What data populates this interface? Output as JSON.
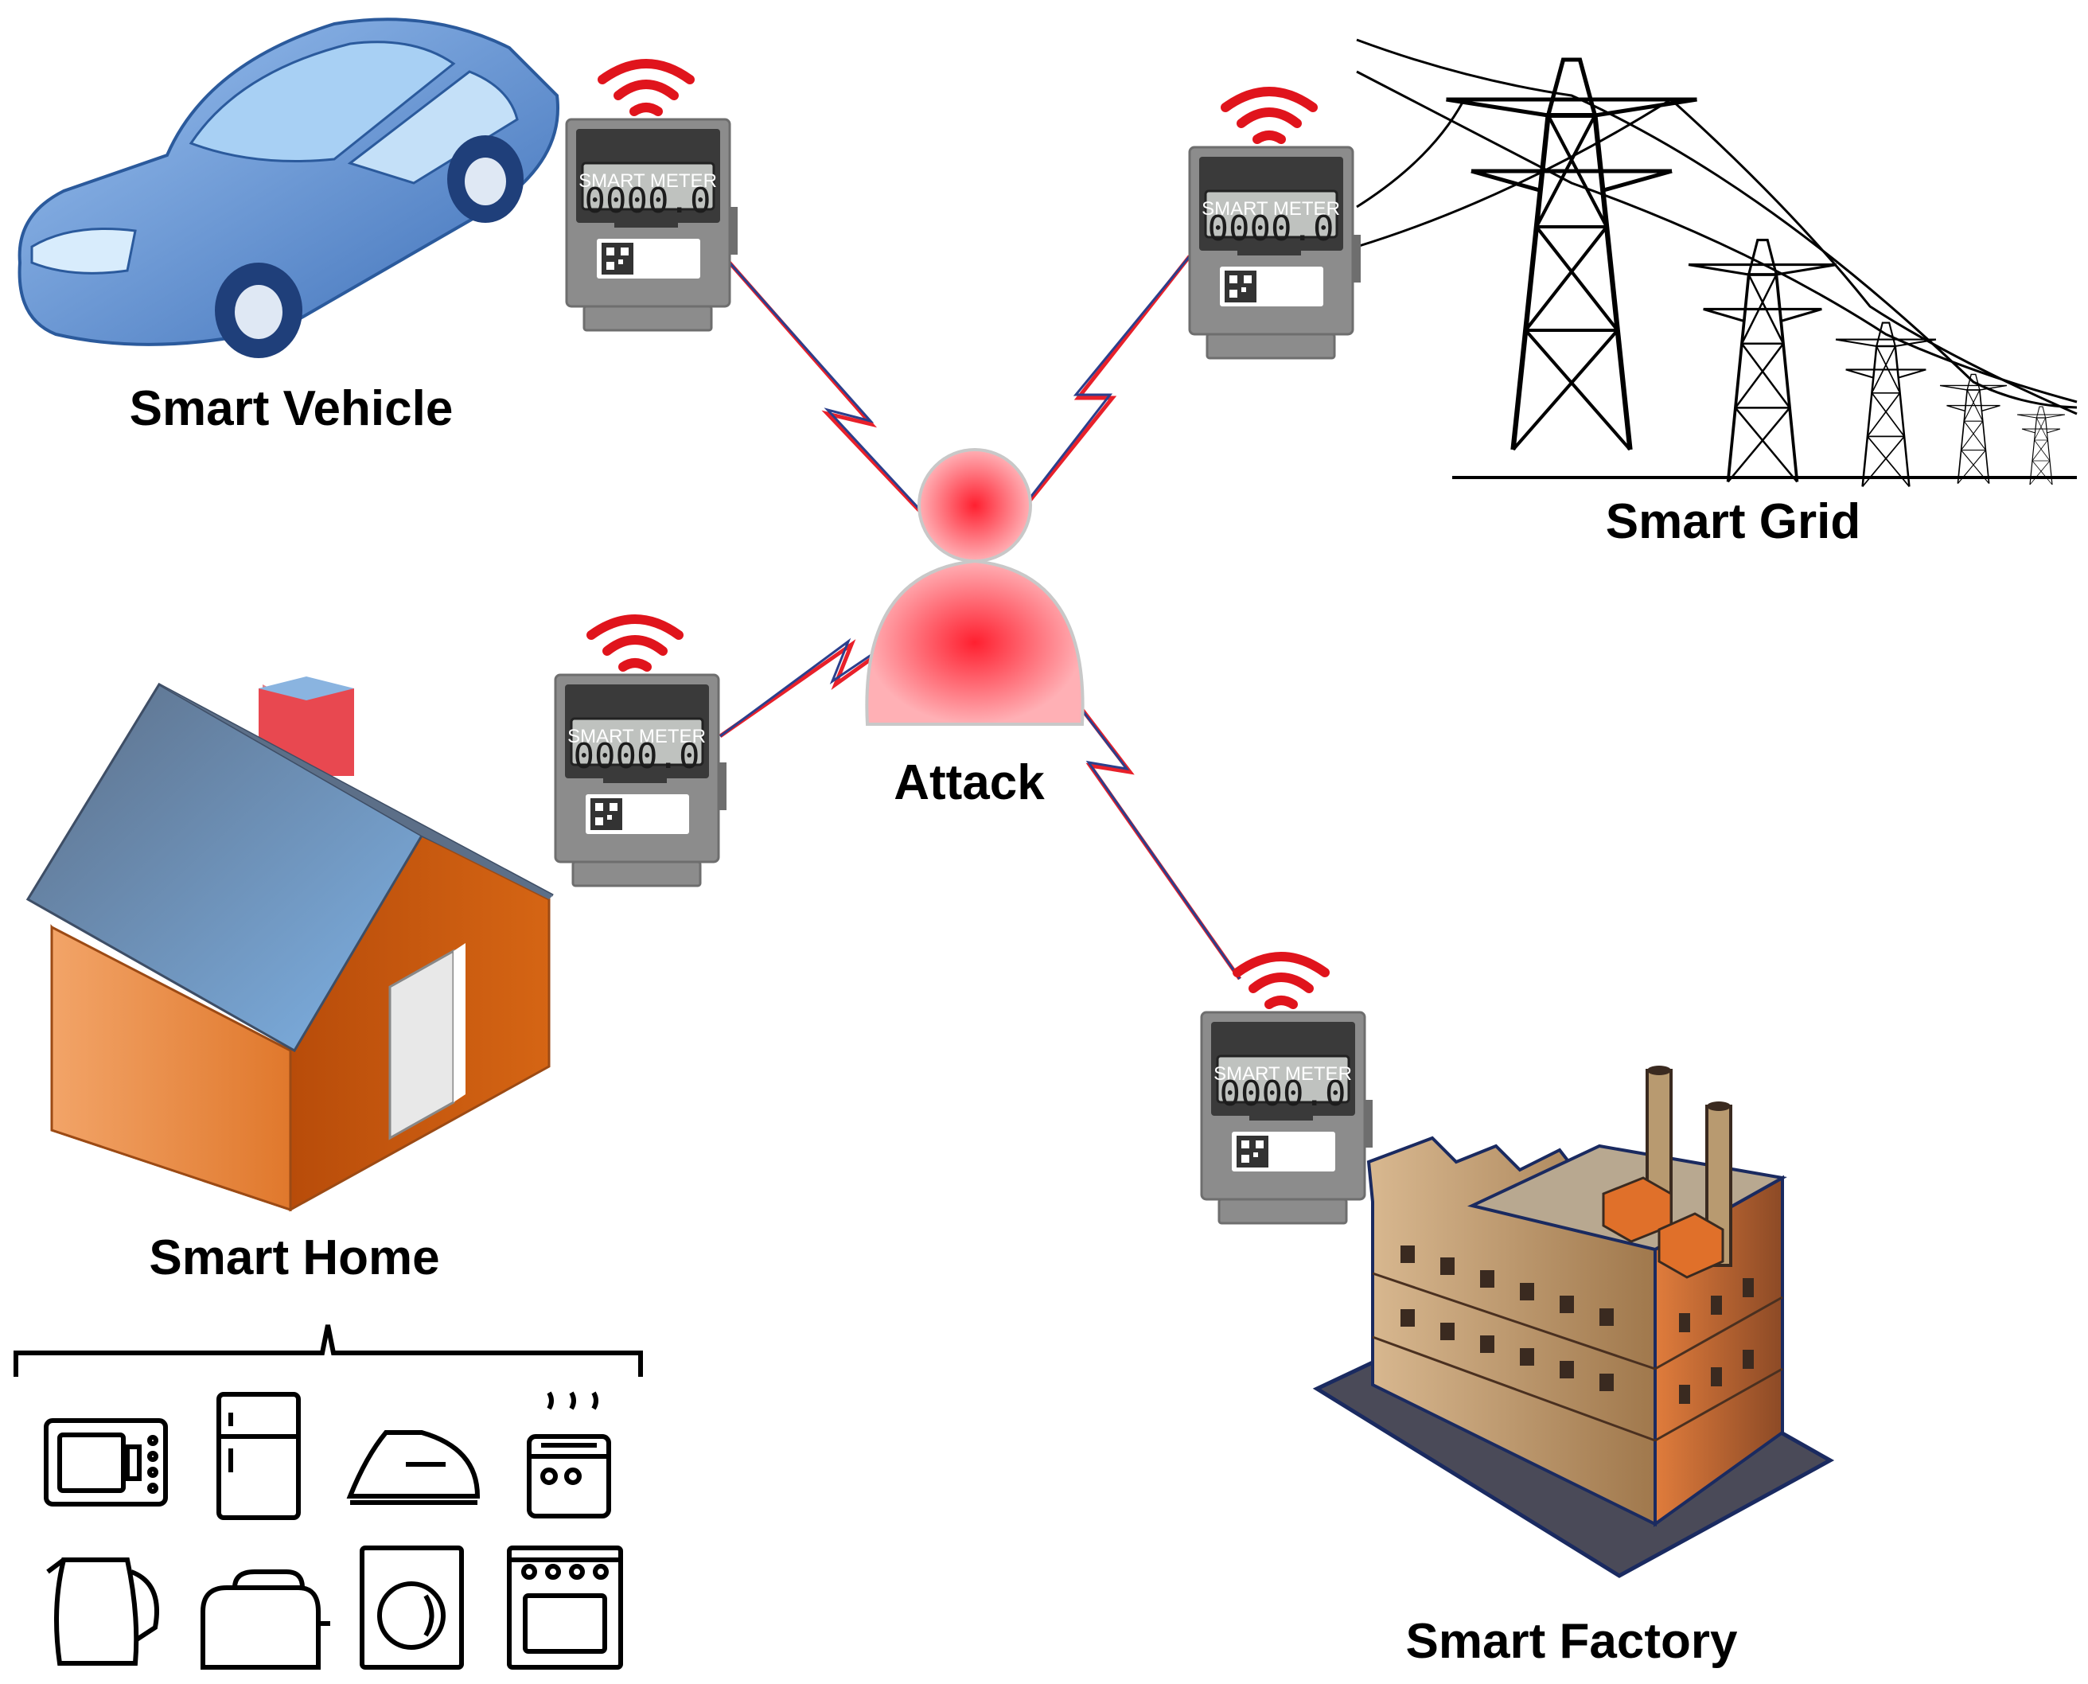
{
  "labels": {
    "vehicle": "Smart Vehicle",
    "grid": "Smart Grid",
    "home": "Smart Home",
    "factory": "Smart Factory",
    "attack": "Attack"
  },
  "meter": {
    "title": "SMART METER",
    "reading": "0000.0"
  },
  "appliances": [
    "microwave-icon",
    "refrigerator-icon",
    "iron-icon",
    "rice-cooker-icon",
    "kettle-icon",
    "toaster-icon",
    "washing-machine-icon",
    "stove-icon"
  ],
  "colors": {
    "attack": "#e8202a",
    "link": "#2b3f8c",
    "wifi": "#e0141c",
    "car": "#4a7fc8",
    "house_wall": "#e0782c",
    "house_roof": "#6d8bb5",
    "meter_body": "#909090"
  }
}
